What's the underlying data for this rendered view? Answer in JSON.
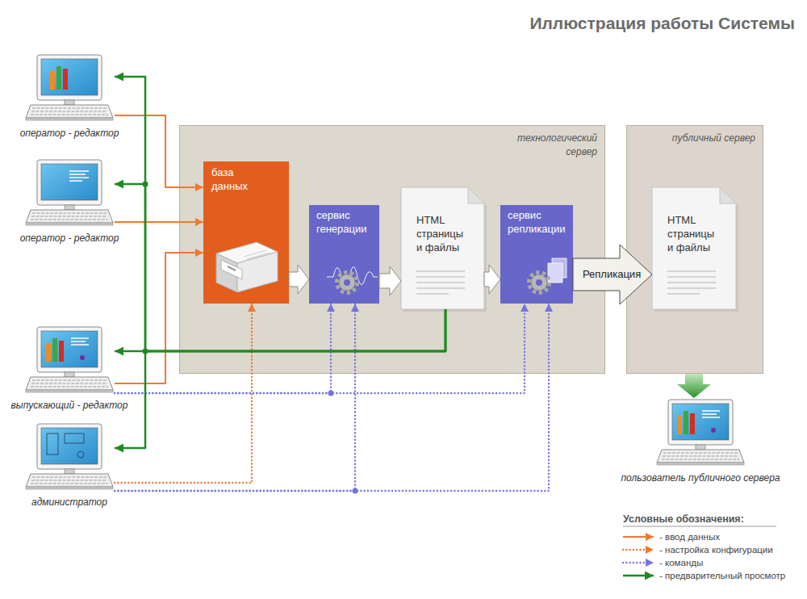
{
  "diagram": {
    "title": "Иллюстрация работы Системы",
    "nodes": [
      {
        "text": [
          "оператор - редактор"
        ]
      },
      {
        "text": [
          "оператор - редактор"
        ]
      },
      {
        "text": [
          "технологический сервер"
        ]
      },
      {
        "text": [
          "база данных"
        ],
        "in": 2
      },
      {
        "text": [
          "сервис генерации"
        ],
        "in": 2
      },
      {
        "text": [
          "HTML страницы и файлы"
        ],
        "in": 2
      },
      {
        "text": [
          "сервис репликации"
        ],
        "in": 2
      },
      {
        "text": [
          "публичный сервер"
        ]
      },
      {
        "text": [
          "HTML страницы и файлы"
        ],
        "in": 7
      },
      {
        "text": [
          "выпускающий - редактор"
        ]
      },
      {
        "text": [
          "администратор"
        ]
      },
      {
        "text": [
          "пользователь публичного сервера"
        ]
      }
    ],
    "edges": [
      {
        "from": 0,
        "to": 3,
        "arrow": "to"
      },
      {
        "from": 1,
        "to": 3,
        "arrow": "to"
      },
      {
        "from": 9,
        "to": 3,
        "arrow": "to"
      },
      {
        "from": 10,
        "to": 3,
        "arrow": "to"
      },
      {
        "from": 3,
        "to": 4,
        "arrow": "to"
      },
      {
        "from": 4,
        "to": 5,
        "arrow": "to"
      },
      {
        "from": 5,
        "to": 6,
        "arrow": "to"
      },
      {
        "from": 6,
        "to": 8,
        "label": "Репликация",
        "arrow": "to"
      },
      {
        "from": 9,
        "to": 4,
        "arrow": "to"
      },
      {
        "from": 9,
        "to": 6,
        "arrow": "to"
      },
      {
        "from": 10,
        "to": 4,
        "arrow": "to"
      },
      {
        "from": 10,
        "to": 6,
        "arrow": "to"
      },
      {
        "from": 5,
        "to": 0,
        "arrow": "to"
      },
      {
        "from": 5,
        "to": 1,
        "arrow": "to"
      },
      {
        "from": 5,
        "to": 9,
        "arrow": "to"
      },
      {
        "from": 5,
        "to": 10,
        "arrow": "to"
      },
      {
        "from": 7,
        "to": 11,
        "arrow": "to"
      }
    ],
    "labels": [
      "Условные обозначения:"
    ],
    "legend": [
      {
        "text": "- ввод данных"
      },
      {
        "text": "- настройка конфигурации"
      },
      {
        "text": "- команды"
      },
      {
        "text": "- предварительный просмотр"
      }
    ]
  }
}
